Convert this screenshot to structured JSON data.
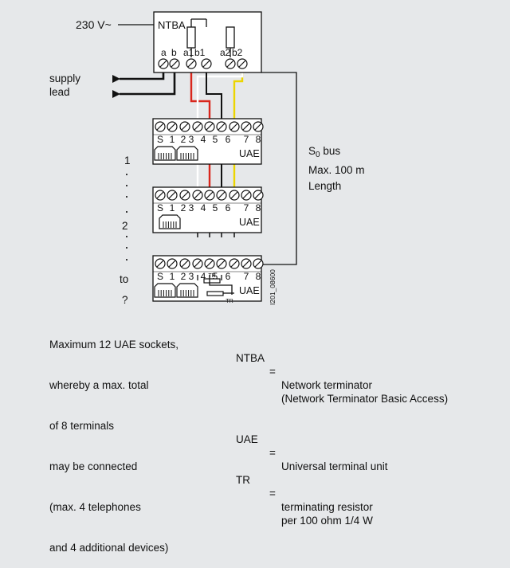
{
  "colors": {
    "background": "#e6e8ea",
    "red_wire": "#d9261c",
    "yellow_wire": "#ecd500",
    "white_wire": "#ffffff",
    "black_wire": "#111111"
  },
  "power": {
    "label": "230 V~"
  },
  "ntba": {
    "label": "NTBA",
    "terminals": [
      "a",
      "b",
      "a1",
      "b1",
      "a2",
      "b2"
    ]
  },
  "supply": {
    "line1": "supply",
    "line2": "lead"
  },
  "uae_box": {
    "label": "UAE",
    "pins": [
      "S",
      "1",
      "2",
      "3",
      "4",
      "5",
      "6",
      "7",
      "8"
    ]
  },
  "socket_index": {
    "first": "1",
    "second": "2",
    "to": "to",
    "last": "?"
  },
  "tr_label": "TR",
  "bus": {
    "line1": "S",
    "subscript": "0",
    "line1_rest": " bus",
    "line2": "Max. 100 m",
    "line3": "Length"
  },
  "figure_code": "I201_08600",
  "notes": [
    "Maximum 12 UAE sockets,",
    "whereby a max. total",
    "of 8 terminals",
    "may be connected",
    "(max. 4 telephones",
    "and 4 additional devices)"
  ],
  "legend": [
    {
      "abbr": "NTBA",
      "sep": "=",
      "desc": "Network terminator",
      "desc2": "(Network Terminator Basic Access)"
    },
    {
      "abbr": "UAE",
      "sep": "=",
      "desc": "Universal terminal unit",
      "desc2": ""
    },
    {
      "abbr": "TR",
      "sep": "=",
      "desc": "terminating resistor",
      "desc2": "per 100 ohm 1/4 W"
    }
  ]
}
